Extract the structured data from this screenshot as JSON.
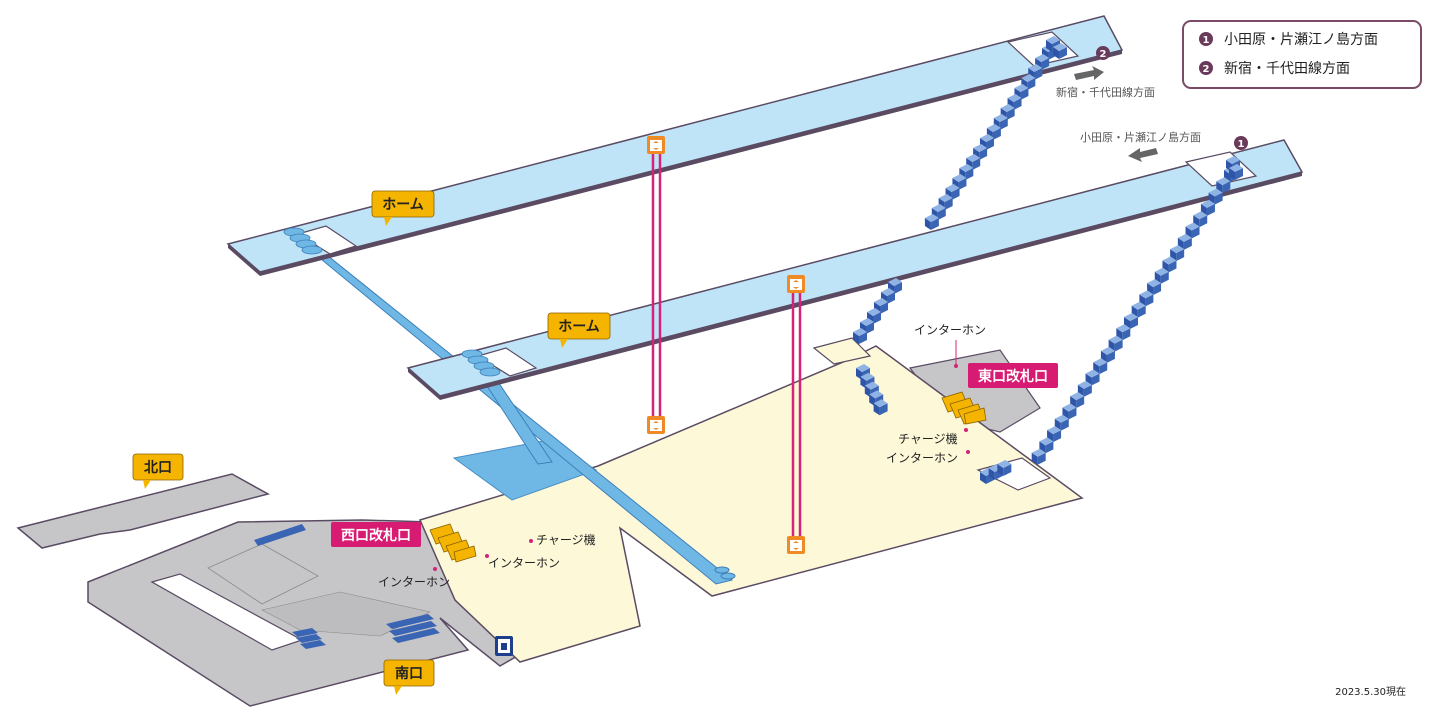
{
  "legend": {
    "items": [
      {
        "num": "1",
        "label": "小田原・片瀬江ノ島方面"
      },
      {
        "num": "2",
        "label": "新宿・千代田線方面"
      }
    ]
  },
  "directions": {
    "upper": "新宿・千代田線方面",
    "lower": "小田原・片瀬江ノ島方面"
  },
  "platform_markers": {
    "upper": "2",
    "lower": "1"
  },
  "tags": {
    "home_upper": "ホーム",
    "home_lower": "ホーム",
    "north_exit": "北口",
    "south_exit": "南口",
    "west_gate": "西口改札口",
    "east_gate": "東口改札口"
  },
  "labels": {
    "intercom_east_top": "インターホン",
    "charge_east": "チャージ機",
    "intercom_east_bottom": "インターホン",
    "charge_west": "チャージ機",
    "intercom_west_right": "インターホン",
    "intercom_west_left": "インターホン"
  },
  "date": "2023.5.30現在",
  "colors": {
    "platform_fill": "#bfe4f7",
    "platform_edge": "#5a4b63",
    "concourse": "#fdf8d8",
    "ground": "#c6c6c8",
    "stairs": "#3a64b4",
    "escalator": "#6fb8e6",
    "elevator": "#d4237a",
    "gate_yellow": "#f4b400",
    "tag_yellow": "#f5b400",
    "tag_pink": "#d81b72",
    "legend_border": "#7a4a67"
  },
  "icons": {
    "elevator": "elevator-icon",
    "restroom": "restroom-icon",
    "arrow": "direction-arrow-icon"
  }
}
